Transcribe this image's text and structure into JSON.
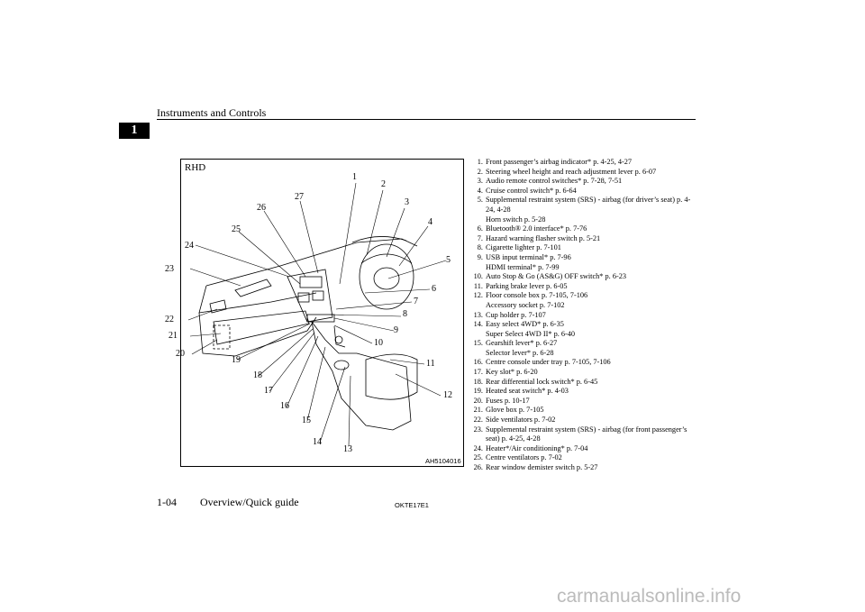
{
  "header": {
    "section_title": "Instruments and Controls",
    "chapter_number": "1"
  },
  "figure": {
    "drive_label": "RHD",
    "code": "AH5104016",
    "callouts": [
      "1",
      "2",
      "3",
      "4",
      "5",
      "6",
      "7",
      "8",
      "9",
      "10",
      "11",
      "12",
      "13",
      "14",
      "15",
      "16",
      "17",
      "18",
      "19",
      "20",
      "21",
      "22",
      "23",
      "24",
      "25",
      "26",
      "27"
    ]
  },
  "items": [
    {
      "num": "1.",
      "lines": [
        "Front passenger’s airbag indicator* p. 4-25, 4-27"
      ]
    },
    {
      "num": "2.",
      "lines": [
        "Steering wheel height and reach adjustment lever p. 6-07"
      ]
    },
    {
      "num": "3.",
      "lines": [
        "Audio remote control switches* p. 7-28, 7-51"
      ]
    },
    {
      "num": "4.",
      "lines": [
        "Cruise control switch* p. 6-64"
      ]
    },
    {
      "num": "5.",
      "lines": [
        "Supplemental restraint system (SRS) - airbag (for driver’s seat) p. 4-24, 4-28",
        "Horn switch p. 5-28"
      ]
    },
    {
      "num": "6.",
      "lines": [
        "Bluetooth® 2.0 interface* p. 7-76"
      ]
    },
    {
      "num": "7.",
      "lines": [
        "Hazard warning flasher switch p. 5-21"
      ]
    },
    {
      "num": "8.",
      "lines": [
        "Cigarette lighter p. 7-101"
      ]
    },
    {
      "num": "9.",
      "lines": [
        "USB input terminal* p. 7-96",
        "HDMI terminal* p. 7-99"
      ]
    },
    {
      "num": "10.",
      "lines": [
        "Auto Stop & Go (AS&G) OFF switch* p. 6-23"
      ]
    },
    {
      "num": "11.",
      "lines": [
        "Parking brake lever p. 6-05"
      ]
    },
    {
      "num": "12.",
      "lines": [
        "Floor console box p. 7-105, 7-106",
        "Accessory socket p. 7-102"
      ]
    },
    {
      "num": "13.",
      "lines": [
        "Cup holder p. 7-107"
      ]
    },
    {
      "num": "14.",
      "lines": [
        "Easy select 4WD* p. 6-35",
        "Super Select 4WD II* p. 6-40"
      ]
    },
    {
      "num": "15.",
      "lines": [
        "Gearshift lever* p. 6-27",
        "Selector lever* p. 6-28"
      ]
    },
    {
      "num": "16.",
      "lines": [
        "Centre console under tray p. 7-105, 7-106"
      ]
    },
    {
      "num": "17.",
      "lines": [
        "Key slot* p. 6-20"
      ]
    },
    {
      "num": "18.",
      "lines": [
        "Rear differential lock switch* p. 6-45"
      ]
    },
    {
      "num": "19.",
      "lines": [
        "Heated seat switch* p. 4-03"
      ]
    },
    {
      "num": "20.",
      "lines": [
        "Fuses p. 10-17"
      ]
    },
    {
      "num": "21.",
      "lines": [
        "Glove box p. 7-105"
      ]
    },
    {
      "num": "22.",
      "lines": [
        "Side ventilators p. 7-02"
      ]
    },
    {
      "num": "23.",
      "lines": [
        "Supplemental restraint system (SRS) - airbag (for front passenger’s seat) p. 4-25, 4-28"
      ]
    },
    {
      "num": "24.",
      "lines": [
        "Heater*/Air conditioning* p. 7-04"
      ]
    },
    {
      "num": "25.",
      "lines": [
        "Centre ventilators p. 7-02"
      ]
    },
    {
      "num": "26.",
      "lines": [
        "Rear window demister switch p. 5-27"
      ]
    }
  ],
  "footer": {
    "page": "1-04",
    "section": "Overview/Quick guide",
    "code": "OKTE17E1"
  },
  "watermark": "carmanualsonline.info"
}
